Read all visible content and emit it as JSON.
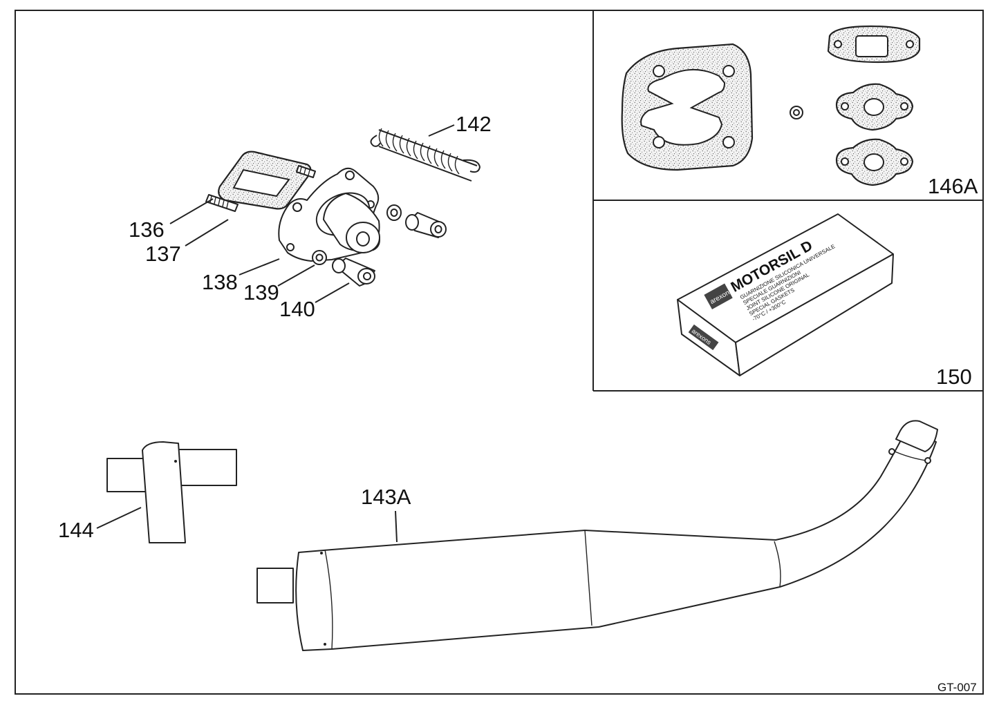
{
  "drawing": {
    "code": "GT-007",
    "callouts": {
      "p136": "136",
      "p137": "137",
      "p138": "138",
      "p139": "139",
      "p140": "140",
      "p142": "142",
      "p143A": "143A",
      "p144": "144",
      "p146A": "146A",
      "p150": "150"
    },
    "box_150": {
      "brand_top": "MOTORSIL D",
      "side_logo": "arexons",
      "end_logo": "arexons",
      "lines": [
        "GUARNIZIONE SILICONICA UNIVERSALE",
        "SPECIALE GUARNIZIONI",
        "JOINT SILICONE ORIGINAL",
        "SPECIAL GASKETS",
        "-70°C / +300°C"
      ]
    }
  }
}
